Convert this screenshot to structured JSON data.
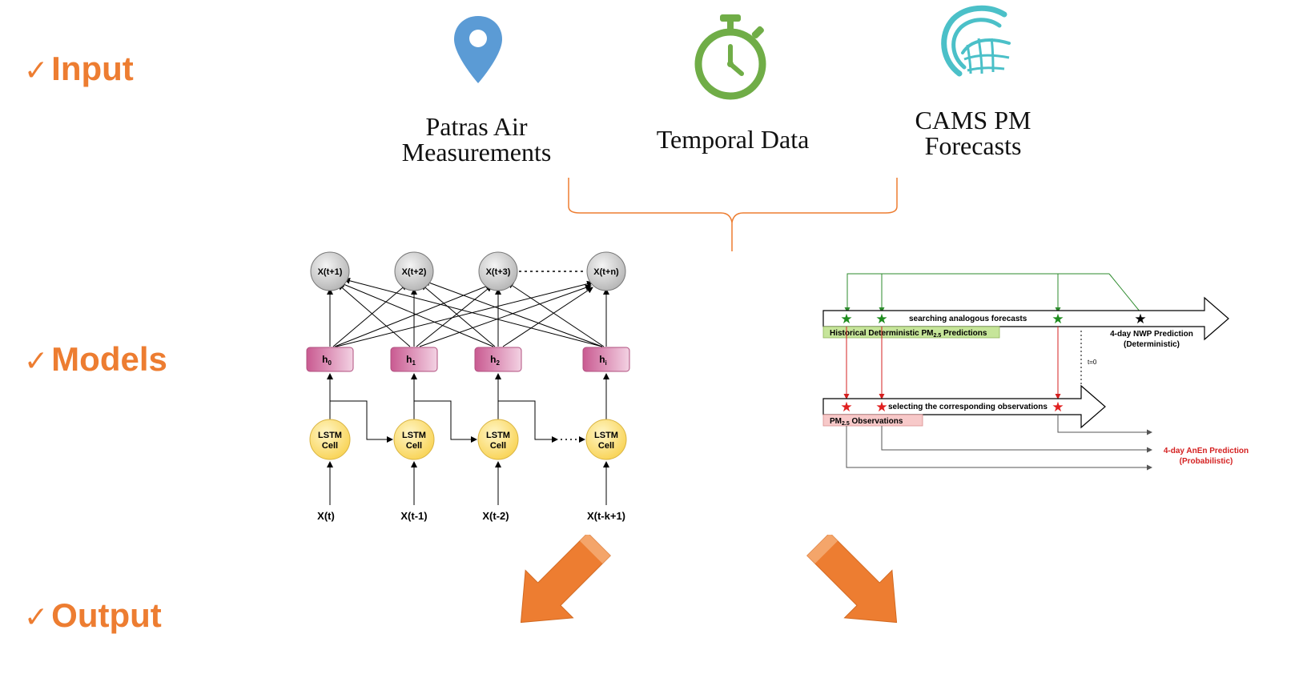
{
  "sections": [
    {
      "label": "Input"
    },
    {
      "label": "Models"
    },
    {
      "label": "Output"
    }
  ],
  "sources": [
    {
      "line1": "Patras Air",
      "line2": "Measurements",
      "icon": "map-pin-icon",
      "color": "#5B9BD5"
    },
    {
      "line1": "Temporal Data",
      "line2": "",
      "icon": "stopwatch-icon",
      "color": "#70AD47"
    },
    {
      "line1": "CAMS PM",
      "line2": "Forecasts",
      "icon": "globe-logo-icon",
      "color": "#4BC0C8"
    }
  ],
  "lstm": {
    "outputs": [
      "X(t+1)",
      "X(t+2)",
      "X(t+3)",
      "X(t+n)"
    ],
    "hidden_main": [
      "h",
      "h",
      "h",
      "h"
    ],
    "hidden_sub": [
      "0",
      "1",
      "2",
      "i"
    ],
    "cell_line1": "LSTM",
    "cell_line2": "Cell",
    "inputs": [
      "X(t)",
      "X(t-1)",
      "X(t-2)",
      "X(t-k+1)"
    ]
  },
  "anen": {
    "search_label": "searching analogous forecasts",
    "hist_label_pre": "Historical Deterministic PM",
    "hist_label_sub": "2.5",
    "hist_label_post": " Predictions",
    "nwp_line1": "4-day NWP Prediction",
    "nwp_line2": "(Deterministic)",
    "t0_label": "t=0",
    "select_label": "selecting the corresponding observations",
    "obs_label_pre": "PM",
    "obs_label_sub": "2.5",
    "obs_label_post": " Observations",
    "out_line1": "4-day AnEn Prediction",
    "out_line2": "(Probabilistic)"
  },
  "colors": {
    "accent": "#ED7D31",
    "green": "#2E8B2E",
    "red": "#D42020",
    "hidden_fill": "#D26FA0",
    "cell_fill": "#FFE07A",
    "output_fill": "#CFCFCF",
    "hist_box": "#C6E59A",
    "obs_box": "#F7C9C9"
  }
}
